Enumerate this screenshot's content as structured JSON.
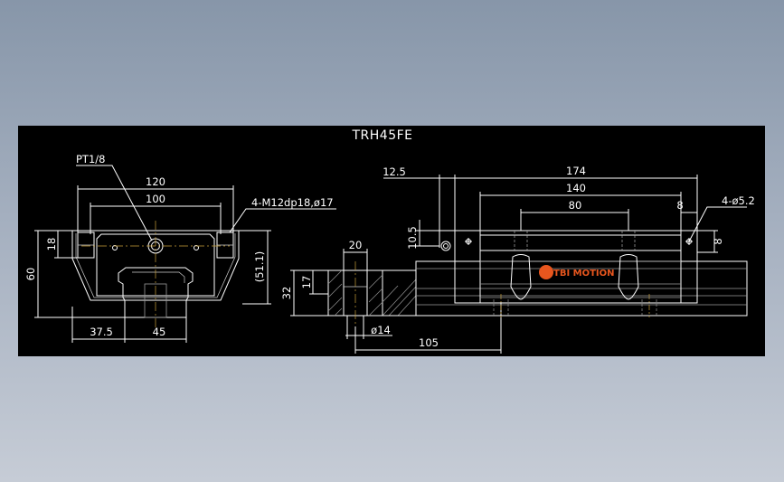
{
  "title": "TRH45FE",
  "brand": {
    "text": "TBI MOTION",
    "color": "#e8561e"
  },
  "colors": {
    "background": "#000000",
    "lines": "#ffffff",
    "center_lines": "#c9a03a"
  },
  "front_view": {
    "thread_label": "PT1/8",
    "width_overall": "120",
    "mount_spacing": "100",
    "tapped_holes": "4-M12dp18,ø17",
    "height_overall": "60",
    "flange_height": "18",
    "ref_height": "(51.1)",
    "rail_offset": "37.5",
    "rail_width": "45"
  },
  "rail_section": {
    "bolt_head": "20",
    "counterbore_depth": "17",
    "rail_height": "32",
    "hole_dia": "ø14",
    "pitch": "105"
  },
  "side_view": {
    "grease_offset": "12.5",
    "grease_height": "10.5",
    "block_length": "174",
    "body_length": "140",
    "hole_spacing": "80",
    "seal_length": "8",
    "side_height": "8",
    "side_holes": "4-ø5.2"
  }
}
